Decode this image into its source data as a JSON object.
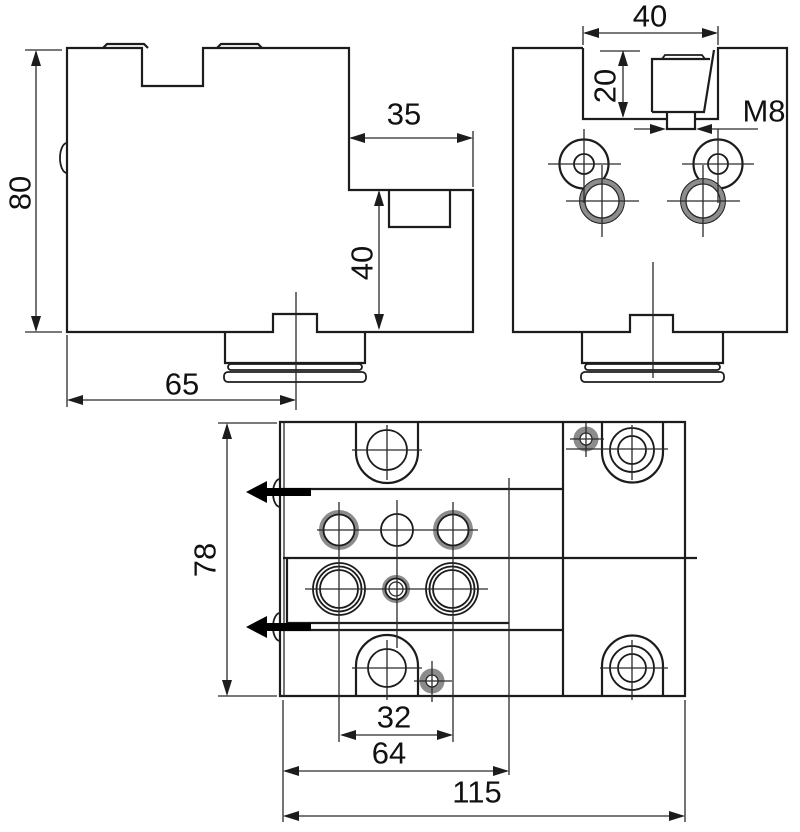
{
  "drawing": {
    "dims": {
      "front_height": "80",
      "front_bottom_width": "65",
      "front_step_width": "35",
      "front_step_height": "40",
      "side_top_width": "40",
      "side_clamp_depth": "20",
      "side_thread": "M8",
      "plan_depth": "78",
      "plan_port_spacing": "32",
      "plan_mid_width": "64",
      "plan_total_width": "115"
    }
  }
}
